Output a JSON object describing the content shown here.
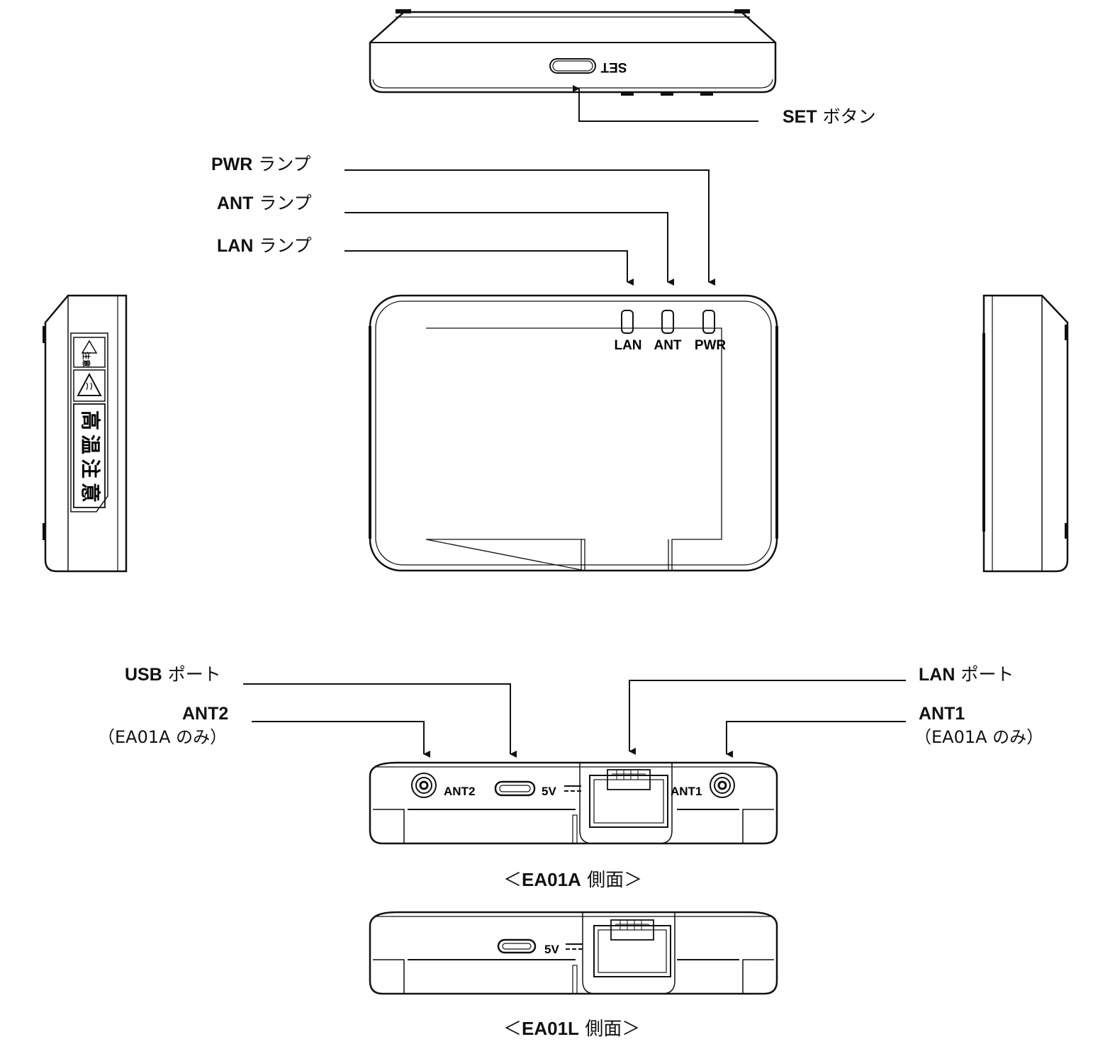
{
  "callouts": {
    "set_button": {
      "bold": "SET",
      "text": " ボタン"
    },
    "pwr_lamp": {
      "bold": "PWR",
      "text": " ランプ"
    },
    "ant_lamp": {
      "bold": "ANT",
      "text": " ランプ"
    },
    "lan_lamp": {
      "bold": "LAN",
      "text": " ランプ"
    },
    "usb_port": {
      "bold": "USB",
      "text": " ポート"
    },
    "lan_port": {
      "bold": "LAN",
      "text": " ポート"
    },
    "ant2": {
      "bold": "ANT2",
      "note": "（EA01A のみ）"
    },
    "ant1": {
      "bold": "ANT1",
      "note": "（EA01A のみ）"
    }
  },
  "device_labels": {
    "set_mirrored": "SET",
    "lamps": [
      "LAN",
      "ANT",
      "PWR"
    ],
    "ant2_port": "ANT2",
    "ant1_port": "ANT1",
    "power_5v": "5V",
    "warning_small": "注意",
    "warning_large": [
      "高",
      "温",
      "注",
      "意"
    ]
  },
  "captions": {
    "ea01a": {
      "open": "＜",
      "bold": "EA01A",
      "text": " 側面",
      "close": "＞"
    },
    "ea01l": {
      "open": "＜",
      "bold": "EA01L",
      "text": " 側面",
      "close": "＞"
    }
  },
  "colors": {
    "line": "#111111",
    "background": "#ffffff"
  }
}
